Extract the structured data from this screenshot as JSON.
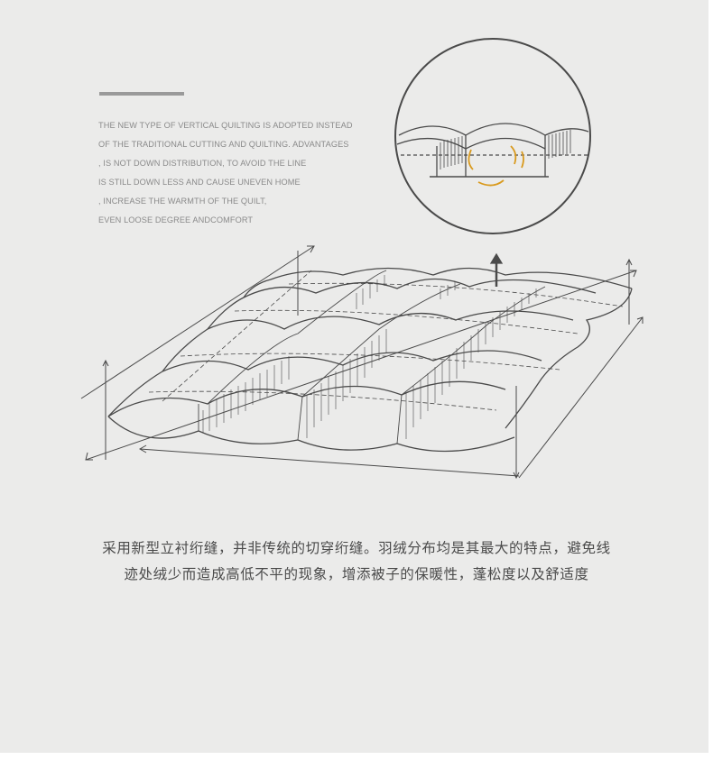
{
  "description_en": [
    "THE NEW TYPE OF VERTICAL QUILTING IS ADOPTED INSTEAD",
    "OF THE TRADITIONAL CUTTING AND QUILTING. ADVANTAGES",
    ", IS NOT DOWN DISTRIBUTION, TO AVOID THE LINE",
    "IS STILL DOWN LESS AND CAUSE UNEVEN HOME",
    ", INCREASE THE WARMTH OF THE QUILT,",
    "EVEN LOOSE DEGREE ANDCOMFORT"
  ],
  "description_cn": [
    "采用新型立衬绗缝，并非传统的切穿绗缝。羽绒分布均是其最大的特点，避免线",
    "迹处绒少而造成高低不平的现象，增添被子的保暖性，蓬松度以及舒适度"
  ],
  "colors": {
    "background": "#ebebea",
    "line": "#4a4a4a",
    "accent": "#d99a1e"
  }
}
